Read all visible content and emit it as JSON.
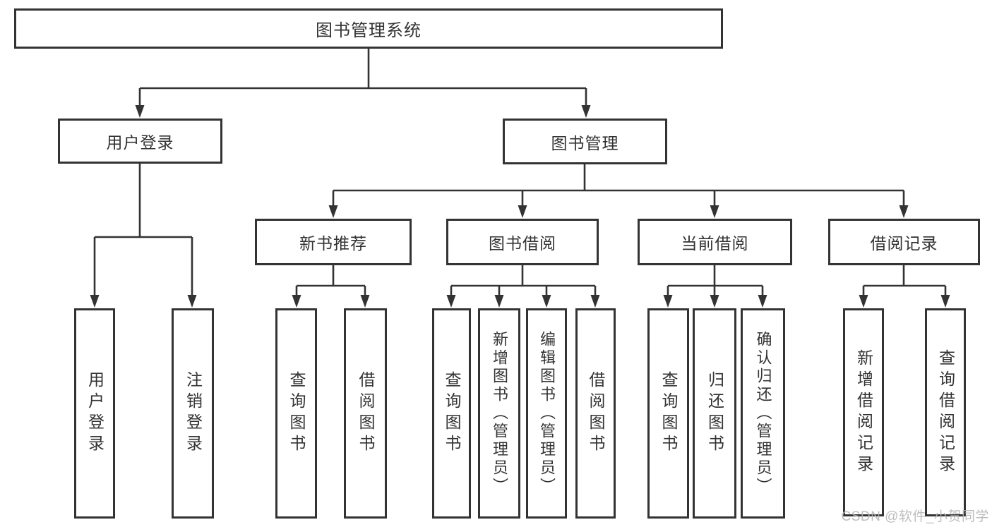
{
  "diagram": {
    "root": {
      "label": "图书管理系统"
    },
    "level1": [
      {
        "id": "user-login",
        "label": "用户登录"
      },
      {
        "id": "book-management",
        "label": "图书管理"
      }
    ],
    "level2": [
      {
        "id": "new-book-recommend",
        "parent": "图书管理",
        "label": "新书推荐"
      },
      {
        "id": "book-borrowing",
        "parent": "图书管理",
        "label": "图书借阅"
      },
      {
        "id": "current-borrowing",
        "parent": "图书管理",
        "label": "当前借阅"
      },
      {
        "id": "borrowing-records",
        "parent": "图书管理",
        "label": "借阅记录"
      }
    ],
    "leaves": [
      {
        "parent": "用户登录",
        "label": "用户登录"
      },
      {
        "parent": "用户登录",
        "label": "注销登录"
      },
      {
        "parent": "新书推荐",
        "label": "查询图书"
      },
      {
        "parent": "新书推荐",
        "label": "借阅图书"
      },
      {
        "parent": "图书借阅",
        "label": "查询图书"
      },
      {
        "parent": "图书借阅",
        "label": "新增图书（管理员）"
      },
      {
        "parent": "图书借阅",
        "label": "编辑图书（管理员）"
      },
      {
        "parent": "图书借阅",
        "label": "借阅图书"
      },
      {
        "parent": "当前借阅",
        "label": "查询图书"
      },
      {
        "parent": "当前借阅",
        "label": "归还图书"
      },
      {
        "parent": "当前借阅",
        "label": "确认归还（管理员）"
      },
      {
        "parent": "借阅记录",
        "label": "新增借阅记录"
      },
      {
        "parent": "借阅记录",
        "label": "查询借阅记录"
      }
    ],
    "watermark": "CSDN @软件_小贺同学",
    "colors": {
      "line": "#333333",
      "box_border": "#333333",
      "text": "#333333",
      "watermark": "#b5b5b5",
      "background": "#ffffff"
    }
  }
}
